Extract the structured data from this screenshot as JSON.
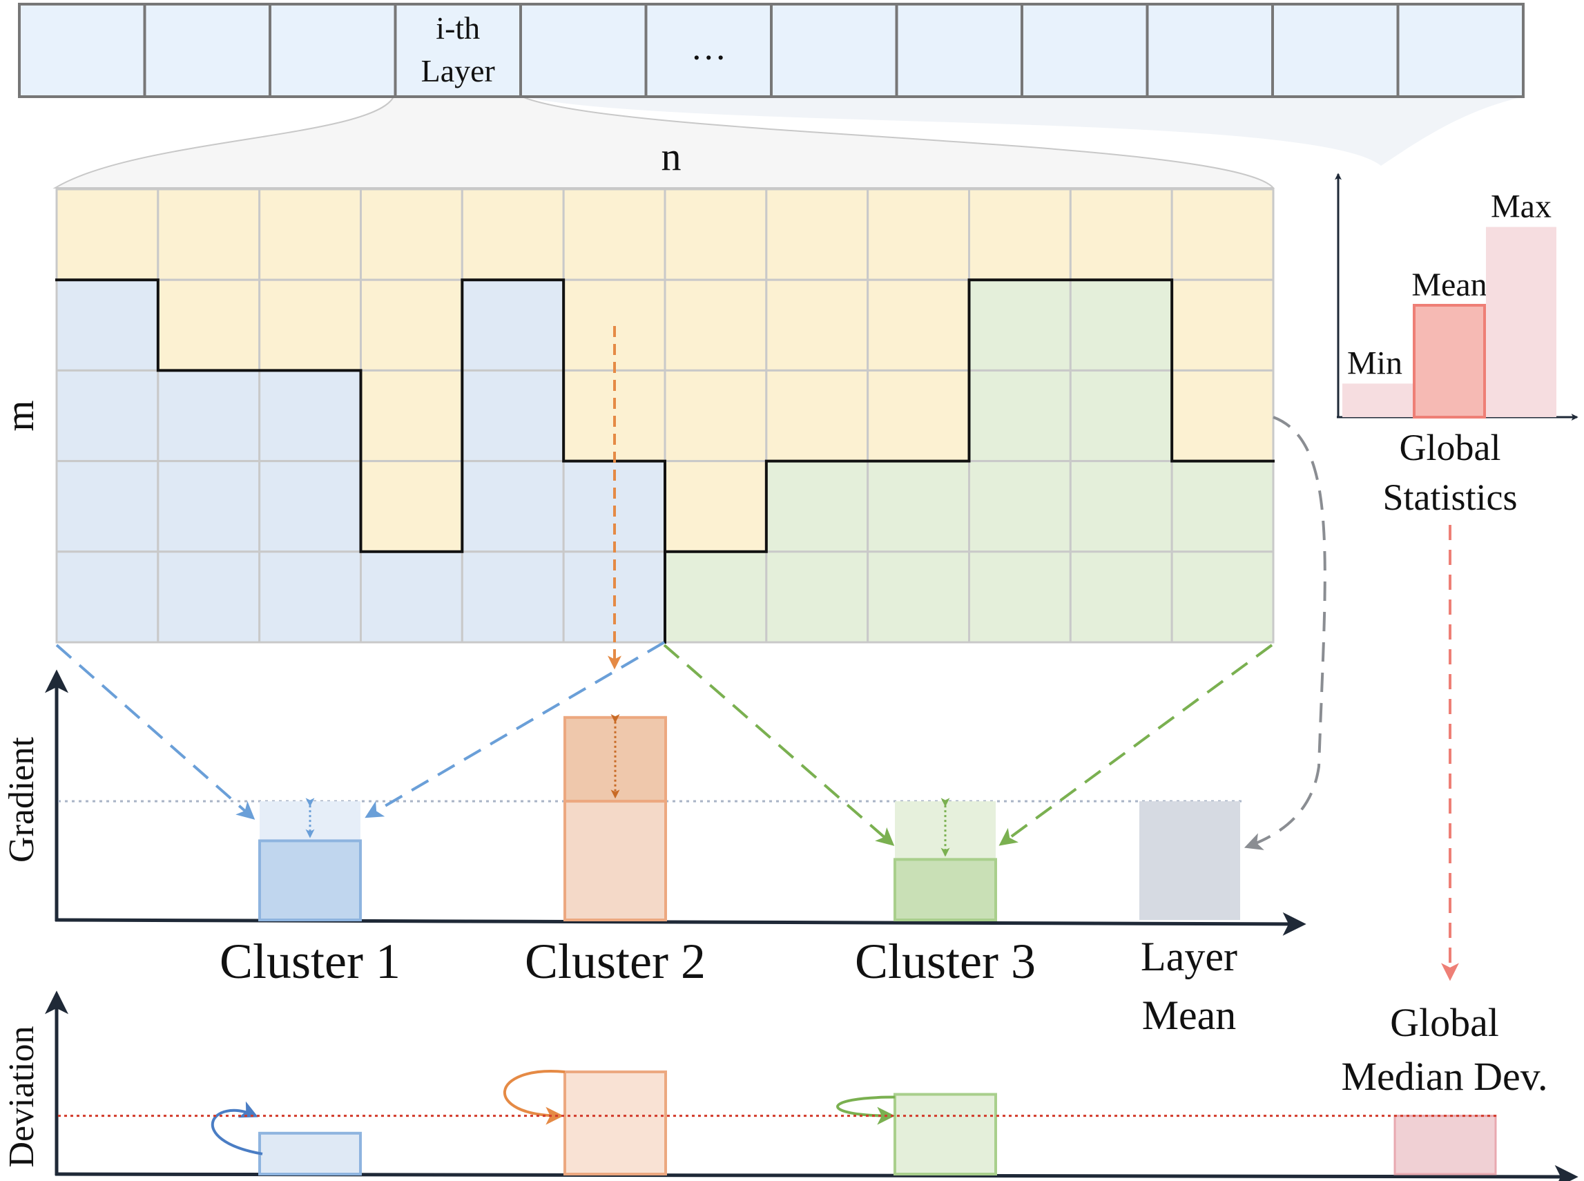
{
  "layer_strip": {
    "label_line1": "i-th",
    "label_line2": "Layer",
    "ellipsis": "…",
    "cell_count": 12,
    "selected_index": 3,
    "ellipsis_index": 5
  },
  "matrix": {
    "n_label": "n",
    "m_label": "m",
    "rows": 5,
    "cols": 12,
    "cluster_map": [
      [
        "Y",
        "Y",
        "Y",
        "Y",
        "Y",
        "Y",
        "Y",
        "Y",
        "Y",
        "Y",
        "Y",
        "Y"
      ],
      [
        "B",
        "Y",
        "Y",
        "Y",
        "B",
        "Y",
        "Y",
        "Y",
        "Y",
        "G",
        "G",
        "Y"
      ],
      [
        "B",
        "B",
        "B",
        "Y",
        "B",
        "Y",
        "Y",
        "Y",
        "Y",
        "G",
        "G",
        "Y"
      ],
      [
        "B",
        "B",
        "B",
        "Y",
        "B",
        "B",
        "Y",
        "G",
        "G",
        "G",
        "G",
        "G"
      ],
      [
        "B",
        "B",
        "B",
        "B",
        "B",
        "B",
        "G",
        "G",
        "G",
        "G",
        "G",
        "G"
      ]
    ]
  },
  "global_statistics": {
    "title_line1": "Global",
    "title_line2": "Statistics",
    "bars": [
      {
        "label": "Min",
        "level": 0.15,
        "role": "min"
      },
      {
        "label": "Mean",
        "level": 0.5,
        "role": "mean"
      },
      {
        "label": "Max",
        "level": 0.85,
        "role": "max"
      }
    ]
  },
  "gradient_chart": {
    "ylabel": "Gradient",
    "layer_mean_level": 0.51,
    "bars": [
      {
        "label": "Cluster 1",
        "value": 0.34,
        "cluster": "B"
      },
      {
        "label": "Cluster 2",
        "value": 0.87,
        "cluster": "Y"
      },
      {
        "label": "Cluster 3",
        "value": 0.26,
        "cluster": "G"
      }
    ],
    "mean_bar": {
      "label_line1": "Layer",
      "label_line2": "Mean",
      "value": 0.51
    }
  },
  "deviation_chart": {
    "ylabel": "Deviation",
    "reference_level": 0.57,
    "bars": [
      {
        "cluster": "B",
        "value": 0.4
      },
      {
        "cluster": "Y",
        "value": 1.0
      },
      {
        "cluster": "G",
        "value": 0.78
      }
    ],
    "global_bar_value": 0.57,
    "global_label_line1": "Global",
    "global_label_line2": "Median Dev."
  },
  "colors": {
    "blue_fill": "#dfe9f5",
    "blue_bar": "#c0d6ee",
    "blue_stroke": "#8eb4df",
    "blue_arrow": "#6a9fd8",
    "yellow_fill": "#fcf1d2",
    "orange_bar": "#f4d9c8",
    "orange_top": "#efc8ac",
    "orange_stroke": "#eca880",
    "orange_arrow": "#e58a45",
    "green_fill": "#e4efda",
    "green_bar": "#c9e0b6",
    "green_stroke": "#a9cf8c",
    "green_arrow": "#7ab050",
    "gray_bar": "#d6dae2",
    "pink_bar": "#f0d0d4",
    "pink_light": "#f6dde0",
    "pink_mid": "#f6bab4",
    "red": "#ee7f76",
    "red_dotted": "#d23a2a",
    "strip_fill": "#e8f2fc",
    "axis": "#1f2937"
  }
}
